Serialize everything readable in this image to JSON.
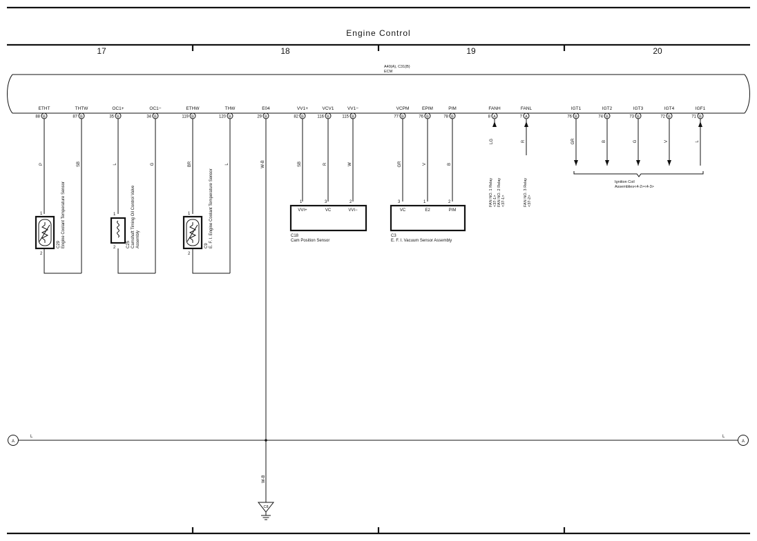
{
  "title": "Engine Control",
  "sections": [
    "17",
    "18",
    "19",
    "20"
  ],
  "ecm": {
    "connectors": "A40(A), C31(B)",
    "name": "ECM"
  },
  "pins": [
    {
      "term": "ETHT",
      "no": "88",
      "conn": "B"
    },
    {
      "term": "THTW",
      "no": "87",
      "conn": "B"
    },
    {
      "term": "OC1+",
      "no": "35",
      "conn": "B"
    },
    {
      "term": "OC1−",
      "no": "34",
      "conn": "B"
    },
    {
      "term": "ETHW",
      "no": "119",
      "conn": "B"
    },
    {
      "term": "THW",
      "no": "120",
      "conn": "B"
    },
    {
      "term": "E04",
      "no": "29",
      "conn": "B"
    },
    {
      "term": "VV1+",
      "no": "82",
      "conn": "B"
    },
    {
      "term": "VCV1",
      "no": "116",
      "conn": "B"
    },
    {
      "term": "VV1−",
      "no": "115",
      "conn": "B"
    },
    {
      "term": "VCPM",
      "no": "77",
      "conn": "B"
    },
    {
      "term": "EPIM",
      "no": "76",
      "conn": "B"
    },
    {
      "term": "PIM",
      "no": "78",
      "conn": "B"
    },
    {
      "term": "FANH",
      "no": "8",
      "conn": "A"
    },
    {
      "term": "FANL",
      "no": "7",
      "conn": "A"
    },
    {
      "term": "IGT1",
      "no": "76",
      "conn": "B"
    },
    {
      "term": "IGT2",
      "no": "74",
      "conn": "B"
    },
    {
      "term": "IGT3",
      "no": "73",
      "conn": "B"
    },
    {
      "term": "IGT4",
      "no": "72",
      "conn": "B"
    },
    {
      "term": "IGF1",
      "no": "71",
      "conn": "B"
    }
  ],
  "wires": [
    "P",
    "SB",
    "L",
    "G",
    "BR",
    "L",
    "W-B",
    "SB",
    "R",
    "W",
    "GR",
    "V",
    "B",
    "LG",
    "R",
    "GR",
    "B",
    "G",
    "V",
    "L"
  ],
  "components": {
    "c29": {
      "code": "C29",
      "name": "Engine Coolant Temperature Sensor",
      "pin1": "1",
      "pin2": "2"
    },
    "c25": {
      "code": "C25",
      "name": "Camshaft Timing Oil Control Valve",
      "name2": "Assembly",
      "pin1": "1",
      "pin2": "2"
    },
    "c9": {
      "code": "C9",
      "name": "E. F. I. Engine Coolant Temperature Sensor",
      "pin1": "1",
      "pin2": "2"
    },
    "c18": {
      "code": "C18",
      "name": "Cam Position Sensor",
      "pins": [
        "1",
        "3",
        "2"
      ],
      "terms": [
        "VVI+",
        "VC",
        "VVI−"
      ]
    },
    "c3": {
      "code": "C3",
      "name": "E. F. I. Vacuum Sensor Assembly",
      "pins": [
        "3",
        "1",
        "2"
      ],
      "terms": [
        "VC",
        "E2",
        "PIM"
      ]
    }
  },
  "fan": {
    "h1": "FAN NO. 1 Relay",
    "h2": "<37-1>",
    "h3": "FAN NO. 2 Relay",
    "h4": "<37-1>",
    "l1": "FAN NO. 3 Relay",
    "l2": "<37-2>"
  },
  "ignition": {
    "line1": "Ignition Coil",
    "line2": "Assemblies<4-2><4-3>"
  },
  "bus": {
    "left_conn": "A",
    "right_conn": "A",
    "left_label": "L",
    "right_label": "L"
  },
  "ground": {
    "wire": "W-B",
    "code": "C8"
  }
}
